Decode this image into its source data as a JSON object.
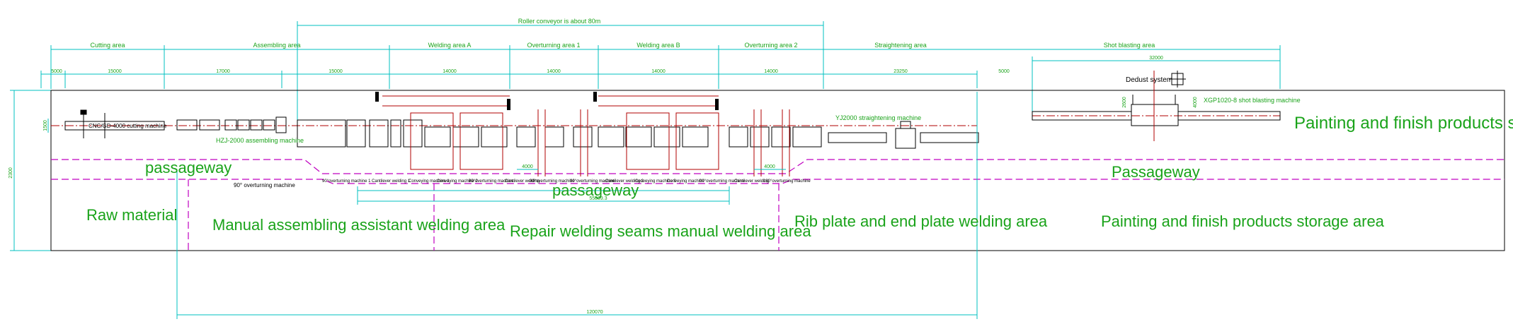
{
  "colors": {
    "dimension": "#00c0c0",
    "label": "#1aa31a",
    "passage": "#c000c0",
    "machine": "#000000",
    "rail": "#b00000",
    "highlight": "#d8d800"
  },
  "header": {
    "roller_conveyor": "Roller conveyor is about 80m"
  },
  "zones": [
    {
      "label": "Cutting area"
    },
    {
      "label": "Assembling area"
    },
    {
      "label": "Welding area A"
    },
    {
      "label": "Overturning area 1"
    },
    {
      "label": "Welding area B"
    },
    {
      "label": "Overturning area 2"
    },
    {
      "label": "Straightening area"
    },
    {
      "label": "Shot blasting area"
    }
  ],
  "dims": {
    "d1": "5000",
    "d2": "15000",
    "d3": "17000",
    "d4": "15000",
    "d5": "14000",
    "d6": "14000",
    "d7": "14000",
    "d8": "14000",
    "d9": "23250",
    "d10": "5000",
    "shot": "32000",
    "left_v": "2300",
    "conveyor_w": "1500",
    "shot_h": "2600",
    "shot_w": "4000",
    "small1": "4000",
    "small2": "4000",
    "total_len": "120070",
    "mid_len": "55809.3"
  },
  "machines": {
    "cutting": "CNC/GD-4000 cutting machine",
    "assembling": "HZJ-2000 assembling machine",
    "overturn90": "90° overturning machine",
    "straightening": "YJ2000 straightening machine",
    "shot_blast": "XGP1020-8 shot blasting machine",
    "dedust": "Dedust system",
    "bottom_row": [
      "90°overturning machine 1",
      "Cantilever welding 1",
      "Conveying machine 1",
      "Conveying machine 2",
      "90°overturning machine",
      "Cantilever welding",
      "90°overturning machine",
      "90°overturning machine",
      "Cantilever welding 2",
      "Conveying machine 3",
      "Conveying machine",
      "90°overturning machine",
      "Cantilever welding",
      "180°overturning machine"
    ]
  },
  "labels": {
    "passageway_left": "passageway",
    "passageway_mid": "passageway",
    "passageway_right": "Passageway",
    "raw_material": "Raw material",
    "manual_assembling": "Manual assembling assistant welding area",
    "repair_welding": "Repair welding seams manual welding area",
    "rib_plate": "Rib plate and end plate welding area",
    "painting_bottom": "Painting and finish products storage area",
    "painting_right": "Painting and finish products storage area"
  }
}
